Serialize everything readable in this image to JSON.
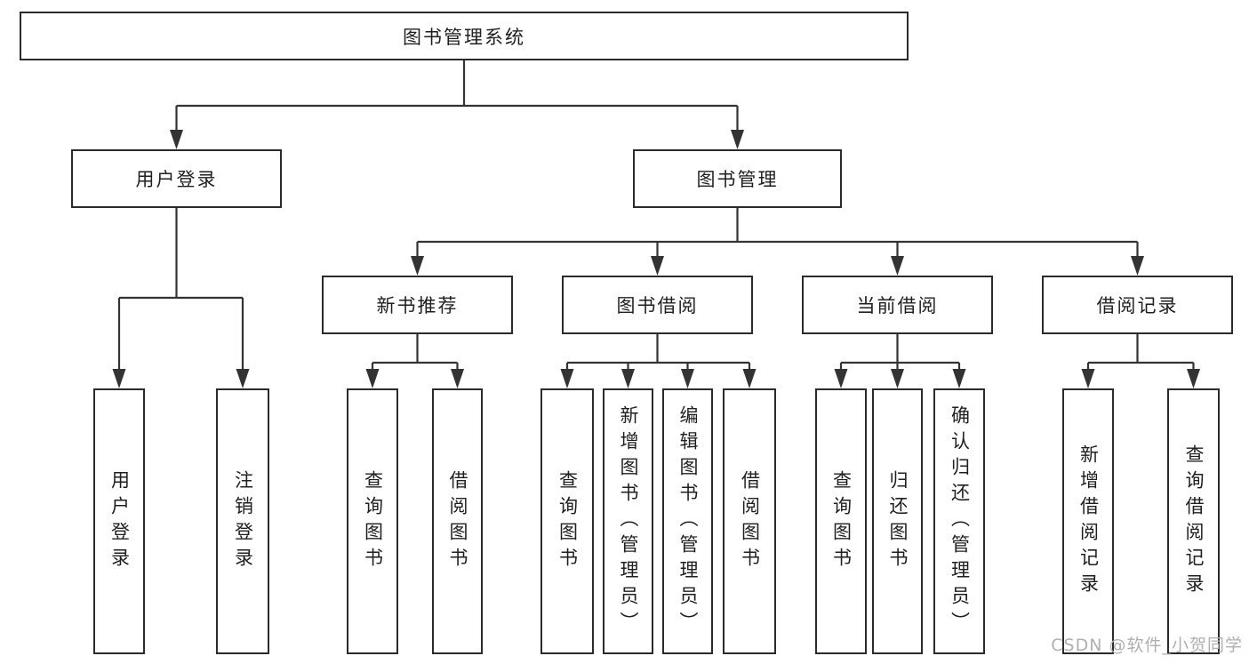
{
  "diagram": {
    "type": "hierarchy-tree",
    "root": {
      "label": "图书管理系统"
    },
    "branches": [
      {
        "label": "用户登录",
        "children": [
          {
            "label": "用户登录"
          },
          {
            "label": "注销登录"
          }
        ]
      },
      {
        "label": "图书管理",
        "children": [
          {
            "label": "新书推荐",
            "children": [
              {
                "label": "查询图书"
              },
              {
                "label": "借阅图书"
              }
            ]
          },
          {
            "label": "图书借阅",
            "children": [
              {
                "label": "查询图书"
              },
              {
                "label": "新增图书（管理员）"
              },
              {
                "label": "编辑图书（管理员）"
              },
              {
                "label": "借阅图书"
              }
            ]
          },
          {
            "label": "当前借阅",
            "children": [
              {
                "label": "查询图书"
              },
              {
                "label": "归还图书"
              },
              {
                "label": "确认归还（管理员）"
              }
            ]
          },
          {
            "label": "借阅记录",
            "children": [
              {
                "label": "新增借阅记录"
              },
              {
                "label": "查询借阅记录"
              }
            ]
          }
        ]
      }
    ]
  },
  "watermark": {
    "text": "CSDN @软件_小贺同学",
    "color": "#b0b0b0"
  },
  "colors": {
    "background": "#ffffff",
    "box_border": "#2b2b2b",
    "connector_line": "#333333",
    "text": "#1f1f1f"
  }
}
